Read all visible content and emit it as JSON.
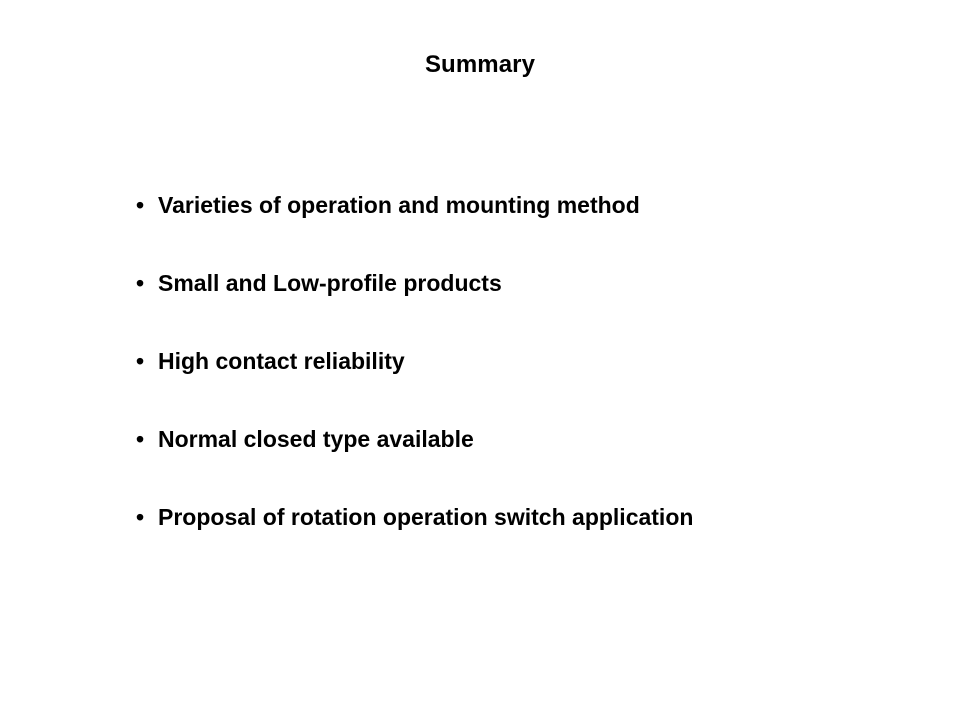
{
  "slide": {
    "title": "Summary",
    "background_color": "#ffffff",
    "text_color": "#000000",
    "bullet_marker": "•",
    "bullets": [
      {
        "text": "Varieties of operation and mounting method"
      },
      {
        "text": "Small and Low-profile products"
      },
      {
        "text": "High contact reliability"
      },
      {
        "text": "Normal closed type available"
      },
      {
        "text": "Proposal of rotation operation switch application"
      }
    ]
  }
}
